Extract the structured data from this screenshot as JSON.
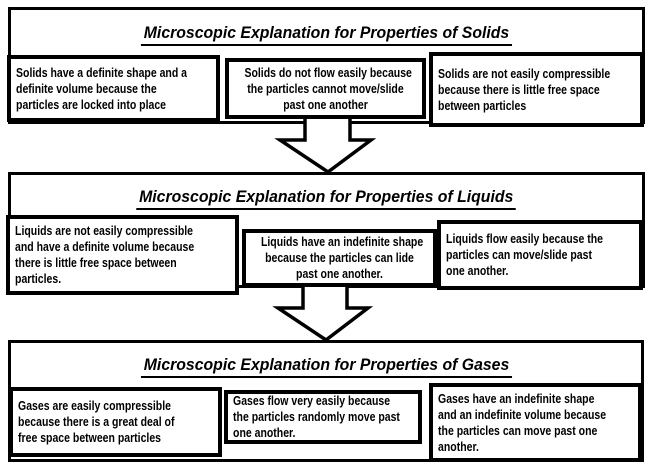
{
  "colors": {
    "line": "#000000",
    "fill": "#ffffff"
  },
  "sections": [
    {
      "id": "solids",
      "title": "Microscopic Explanation for Properties of Solids",
      "boxes": [
        {
          "align": "left",
          "text": "Solids have a definite shape and a\ndefinite volume because the\nparticles are locked into place"
        },
        {
          "align": "center",
          "text": "Solids do not flow easily because\nthe particles cannot move/slide\npast one another"
        },
        {
          "align": "left",
          "text": "Solids are not easily compressible\nbecause there is little free space\nbetween particles"
        }
      ]
    },
    {
      "id": "liquids",
      "title": "Microscopic Explanation for Properties of Liquids",
      "boxes": [
        {
          "align": "left",
          "text": "Liquids are not easily compressible\nand have a definite volume because\nthere is little free space between\nparticles."
        },
        {
          "align": "center",
          "text": "Liquids have an indefinite shape\nbecause the particles can lide\npast one another."
        },
        {
          "align": "left",
          "text": "Liquids flow easily because the\nparticles can move/slide past\none another."
        }
      ]
    },
    {
      "id": "gases",
      "title": "Microscopic Explanation for Properties of Gases",
      "boxes": [
        {
          "align": "left",
          "text": "Gases are easily compressible\nbecause there is a great deal of\nfree space between particles"
        },
        {
          "align": "left",
          "text": "Gases flow very easily because\nthe particles randomly move past\none another."
        },
        {
          "align": "left",
          "text": "Gases have an indefinite shape\nand an indefinite volume because\nthe particles can move past one\nanother."
        }
      ]
    }
  ],
  "arrows": [
    {
      "name": "solids-to-liquids",
      "direction": "down"
    },
    {
      "name": "liquids-to-gases",
      "direction": "down"
    }
  ]
}
